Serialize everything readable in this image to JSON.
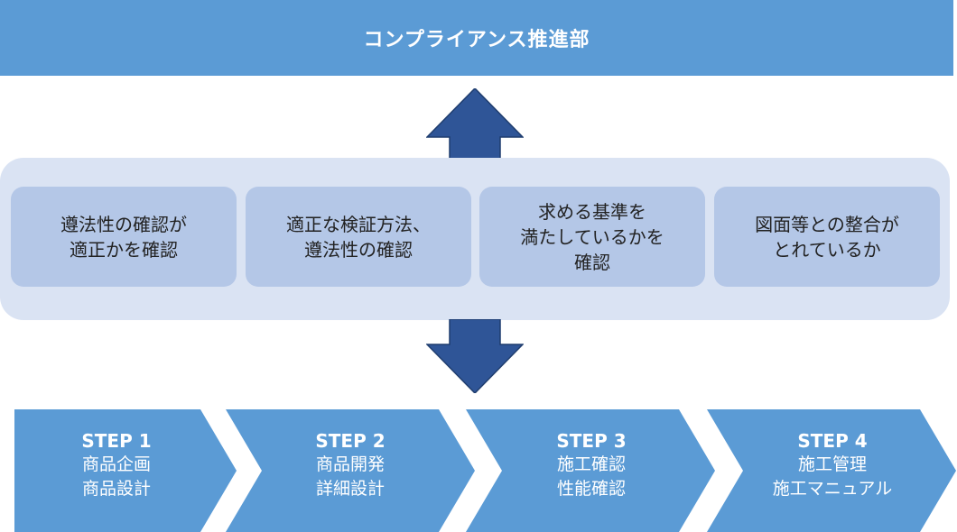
{
  "header": {
    "title": "コンプライアンス推進部"
  },
  "checks": [
    {
      "lines": [
        "遵法性の確認が",
        "適正かを確認"
      ]
    },
    {
      "lines": [
        "適正な検証方法、",
        "遵法性の確認"
      ]
    },
    {
      "lines": [
        "求める基準を",
        "満たしているかを",
        "確認"
      ]
    },
    {
      "lines": [
        "図面等との整合が",
        "とれているか"
      ]
    }
  ],
  "steps": [
    {
      "label": "STEP 1",
      "lines": [
        "商品企画",
        "商品設計"
      ]
    },
    {
      "label": "STEP 2",
      "lines": [
        "商品開発",
        "詳細設計"
      ]
    },
    {
      "label": "STEP 3",
      "lines": [
        "施工確認",
        "性能確認"
      ]
    },
    {
      "label": "STEP 4",
      "lines": [
        "施工管理",
        "施工マニュアル"
      ]
    }
  ],
  "colors": {
    "header": "#5b9bd5",
    "panel": "#dae3f3",
    "check_box": "#b4c7e7",
    "arrow": "#2f5597",
    "step": "#5b9bd5"
  }
}
